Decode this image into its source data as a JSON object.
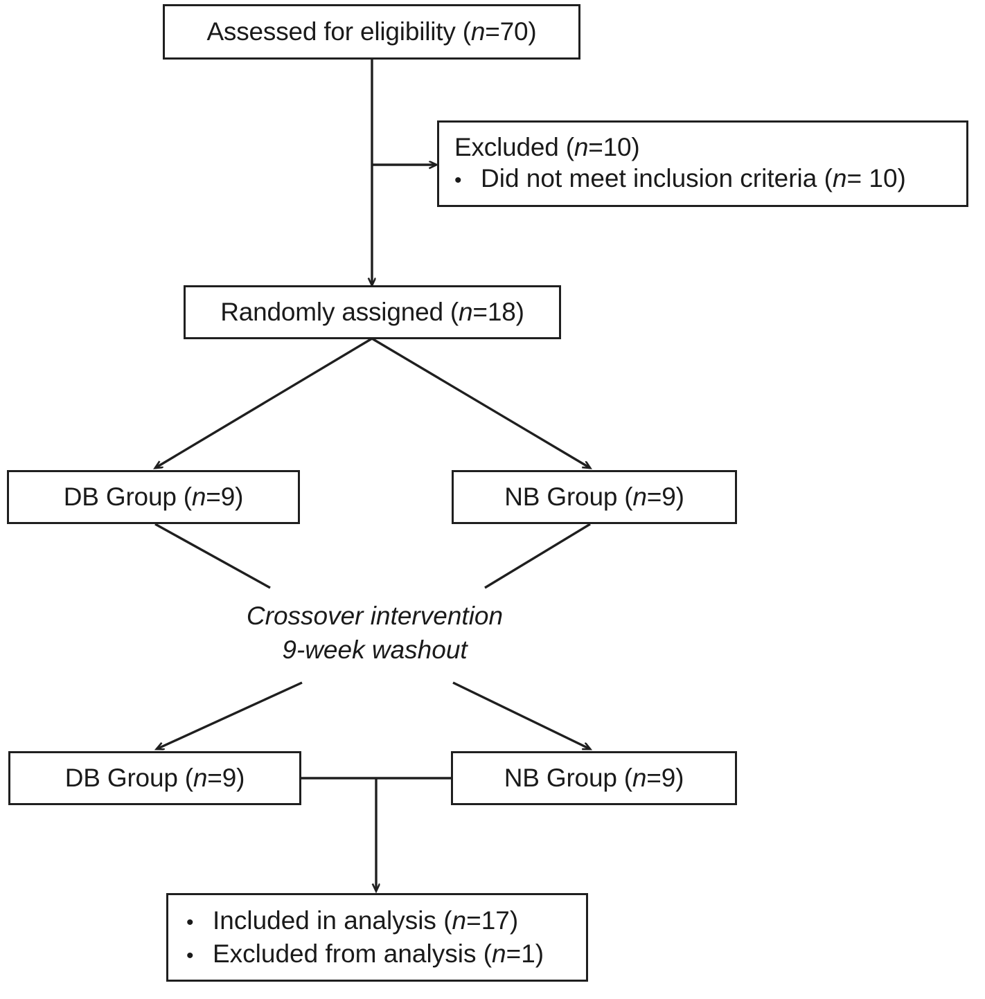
{
  "diagram": {
    "type": "consort-flow-diagram",
    "title": "CONSORT participant flow diagram (crossover trial)",
    "stroke_color": "#1f1f1f",
    "background_color": "#ffffff",
    "nodes": {
      "eligibility": {
        "text_prefix": "Assessed for eligibility (",
        "italic_n": "n",
        "text_suffix": "=70)",
        "full_text": "Assessed for eligibility (n=70)"
      },
      "excluded": {
        "line1_prefix": "Excluded (",
        "line1_italic_n": "n",
        "line1_suffix": "=10)",
        "bullet_symbol": "•",
        "line2_prefix": "Did not meet inclusion criteria (",
        "line2_italic_n": "n",
        "line2_suffix": "= 10)",
        "full_text": "Excluded (n=10) • Did not meet inclusion criteria (n= 10)"
      },
      "randomized": {
        "text_prefix": "Randomly assigned (",
        "italic_n": "n",
        "text_suffix": "=18)",
        "full_text": "Randomly assigned (n=18)"
      },
      "db_group_phase1": {
        "text_prefix": "DB Group (",
        "italic_n": "n",
        "text_suffix": "=9)",
        "full_text": "DB Group (n=9)"
      },
      "nb_group_phase1": {
        "text_prefix": "NB Group (",
        "italic_n": "n",
        "text_suffix": "=9)",
        "full_text": "NB Group (n=9)"
      },
      "crossover_note": {
        "line1": "Crossover intervention",
        "line2": "9-week washout"
      },
      "db_group_phase2": {
        "text_prefix": "DB Group (",
        "italic_n": "n",
        "text_suffix": "=9)",
        "full_text": "DB Group (n=9)"
      },
      "nb_group_phase2": {
        "text_prefix": "NB Group (",
        "italic_n": "n",
        "text_suffix": "=9)",
        "full_text": "NB Group (n=9)"
      },
      "analysis": {
        "bullet_symbol": "•",
        "line1_prefix": "Included in analysis (",
        "line1_italic_n": "n",
        "line1_suffix": "=17)",
        "line2_prefix": "Excluded from analysis (",
        "line2_italic_n": "n",
        "line2_suffix": "=1)",
        "full_text": "• Included in analysis (n=17) • Excluded from analysis (n=1)"
      }
    },
    "counts": {
      "assessed_for_eligibility": 70,
      "excluded": 10,
      "did_not_meet_inclusion_criteria": 10,
      "randomly_assigned": 18,
      "db_group_phase1": 9,
      "nb_group_phase1": 9,
      "db_group_phase2": 9,
      "nb_group_phase2": 9,
      "included_in_analysis": 17,
      "excluded_from_analysis": 1
    },
    "washout_weeks": 9
  }
}
